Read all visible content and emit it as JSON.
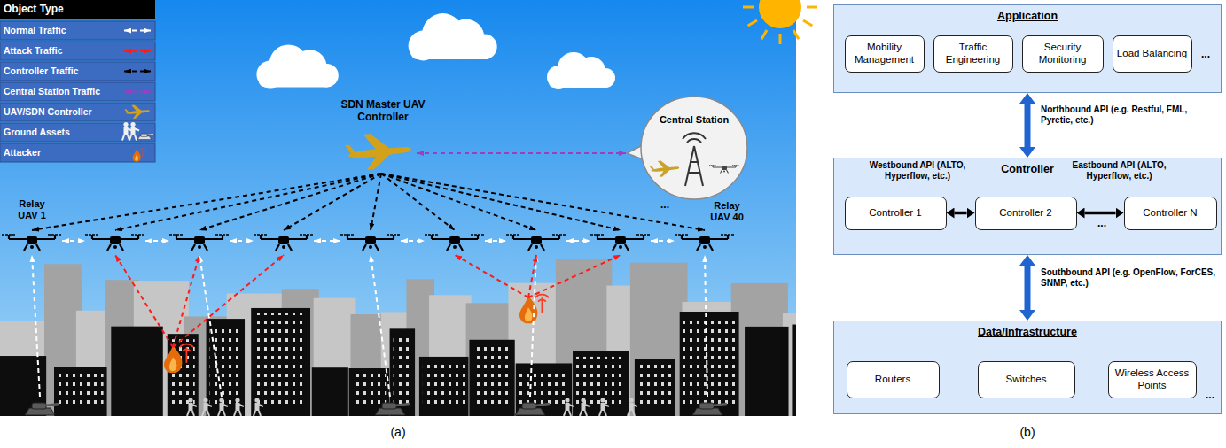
{
  "diagram": {
    "nodes": [
      {
        "text": [
          "Central Station"
        ]
      },
      {
        "text": [
          "Application"
        ]
      },
      {
        "text": [
          "Mobility Management"
        ],
        "in": 1
      },
      {
        "text": [
          "Traffic Engineering"
        ],
        "in": 1
      },
      {
        "text": [
          "Security Monitoring"
        ],
        "in": 1
      },
      {
        "text": [
          "Load Balancing"
        ],
        "in": 1
      },
      {
        "text": [
          "Controller"
        ]
      },
      {
        "text": [
          "Controller 1"
        ],
        "in": 6
      },
      {
        "text": [
          "Controller 2"
        ],
        "in": 6
      },
      {
        "text": [
          "Controller N"
        ],
        "in": 6
      },
      {
        "text": [
          "Data/Infrastructure"
        ]
      },
      {
        "text": [
          "Routers"
        ],
        "in": 10
      },
      {
        "text": [
          "Switches"
        ],
        "in": 10
      },
      {
        "text": [
          "Wireless Access Points"
        ],
        "in": 10
      }
    ],
    "edges": [
      {
        "from": 1,
        "to": 6,
        "arrow": "both",
        "label": "Northbound API (e.g. Restful, FML, Pyretic, etc.)"
      },
      {
        "from": 7,
        "to": 8,
        "arrow": "both",
        "label": "Westbound API (ALTO, Hyperflow, etc.)"
      },
      {
        "from": 8,
        "to": 9,
        "arrow": "both",
        "label": "Eastbound API (ALTO, Hyperflow, etc.)"
      },
      {
        "from": 6,
        "to": 10,
        "arrow": "both",
        "label": "Southbound API (e.g. OpenFlow, ForCES, SNMP, etc.)"
      }
    ],
    "labels": [
      "Object Type",
      "SDN Master UAV Controller",
      "Relay UAV 1",
      "Relay UAV 40",
      "...",
      "(a)",
      "...",
      "...",
      "...",
      "(b)"
    ],
    "legend": [
      {
        "text": "Normal Traffic"
      },
      {
        "text": "Attack Traffic"
      },
      {
        "text": "Controller Traffic"
      },
      {
        "text": "Central Station Traffic"
      },
      {
        "text": "UAV/SDN Controller"
      },
      {
        "text": "Ground Assets"
      },
      {
        "text": "Attacker"
      }
    ]
  }
}
